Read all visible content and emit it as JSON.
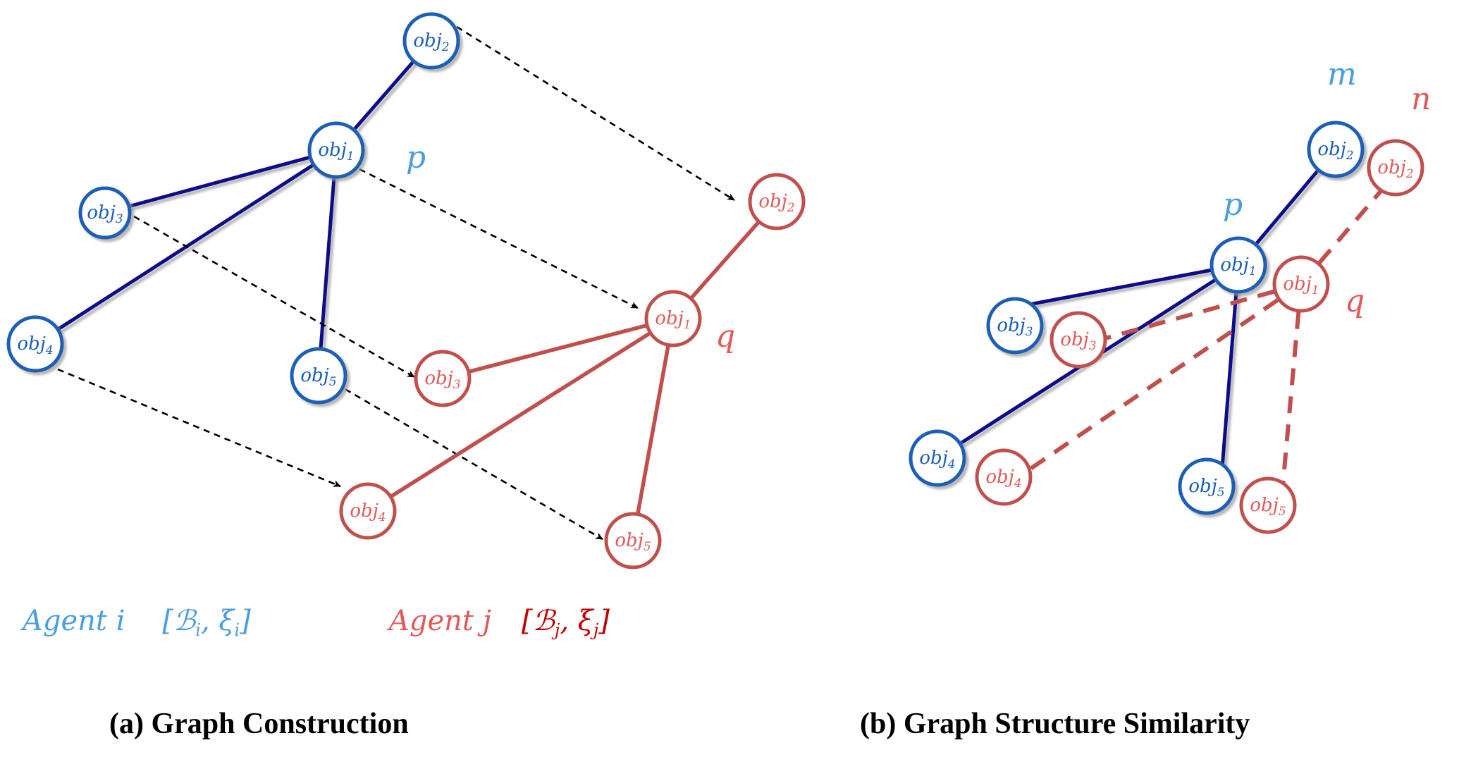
{
  "colors": {
    "blue_fill": "#1a5fb4",
    "blue_edge": "#0d0d8a",
    "blue_label": "#4a9ee0",
    "red": "#c0504d",
    "red_text": "#e05a5a",
    "red_dark": "#c00000",
    "arrow": "#000000"
  },
  "nodes": {
    "obj1": {
      "base": "obj",
      "sub": "1"
    },
    "obj2": {
      "base": "obj",
      "sub": "2"
    },
    "obj3": {
      "base": "obj",
      "sub": "3"
    },
    "obj4": {
      "base": "obj",
      "sub": "4"
    },
    "obj5": {
      "base": "obj",
      "sub": "5"
    }
  },
  "labels": {
    "p": "p",
    "q": "q",
    "m": "m",
    "n": "n"
  },
  "agent_i": {
    "name": "Agent i",
    "tuple_b": "ℬ",
    "tuple_b_sub": "i",
    "tuple_x": "ξ",
    "tuple_x_sub": "i"
  },
  "agent_j": {
    "name": "Agent j",
    "tuple_b": "ℬ",
    "tuple_b_sub": "j",
    "tuple_x": "ξ",
    "tuple_x_sub": "j"
  },
  "captions": {
    "a": "(a) Graph Construction",
    "b": "(b)  Graph Structure Similarity"
  }
}
